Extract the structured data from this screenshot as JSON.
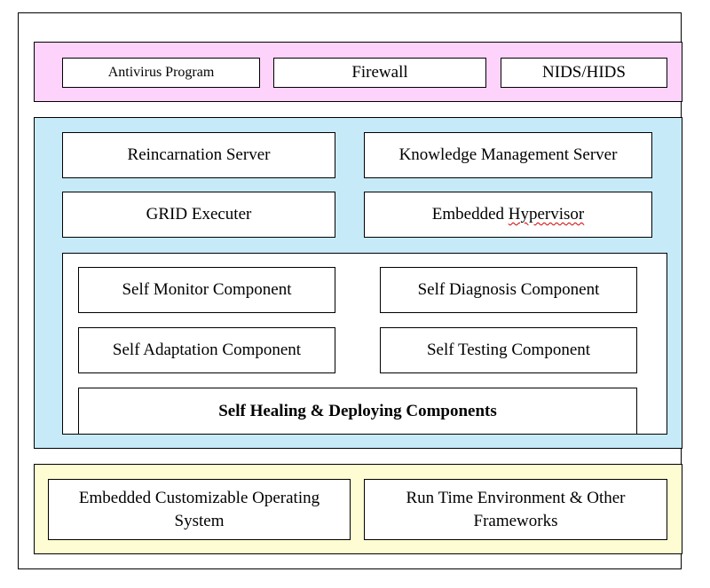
{
  "security_layer": {
    "color": "#fdd2fb",
    "items": [
      "Antivirus Program",
      "Firewall",
      "NIDS/HIDS"
    ]
  },
  "management_layer": {
    "color": "#c7eaf9",
    "servers": [
      "Reincarnation Server",
      "Knowledge Management Server",
      "GRID Executer"
    ],
    "hypervisor": {
      "prefix": "Embedded ",
      "word": "Hypervisor"
    },
    "self_healing": {
      "components": [
        "Self Monitor Component",
        "Self Diagnosis Component",
        "Self Adaptation Component",
        "Self Testing Component"
      ],
      "footer": "Self Healing & Deploying Components"
    }
  },
  "platform_layer": {
    "color": "#fdfcd3",
    "items": [
      "Embedded Customizable Operating System",
      "Run Time Environment & Other Frameworks"
    ]
  }
}
